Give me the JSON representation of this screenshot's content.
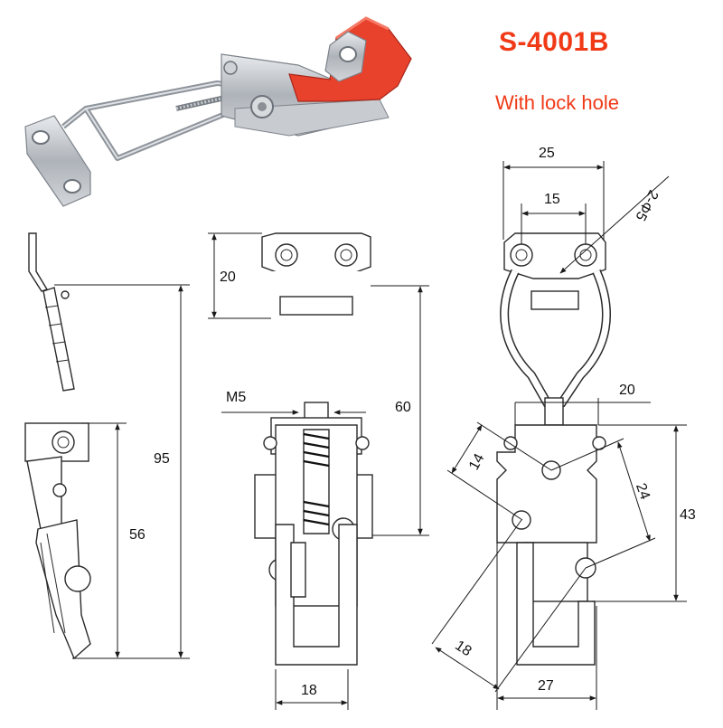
{
  "product": {
    "model": "S-4001B",
    "feature": "With lock hole"
  },
  "colors": {
    "accent": "#f03a17",
    "handle_grip": "#e8412c",
    "metal": "#b9bdc2"
  },
  "dimensions": {
    "side_total_height": "95",
    "side_lower_height": "56",
    "front_plate_height": "20",
    "front_to_base": "60",
    "thread": "M5",
    "front_base_width": "18",
    "back_plate_width": "25",
    "back_hole_spacing": "15",
    "back_hole_spec": "2-Φ5",
    "back_body_width": "20",
    "back_body_height": "43",
    "diag_a": "14",
    "diag_b": "24",
    "diag_c": "18",
    "back_base_width": "27"
  }
}
